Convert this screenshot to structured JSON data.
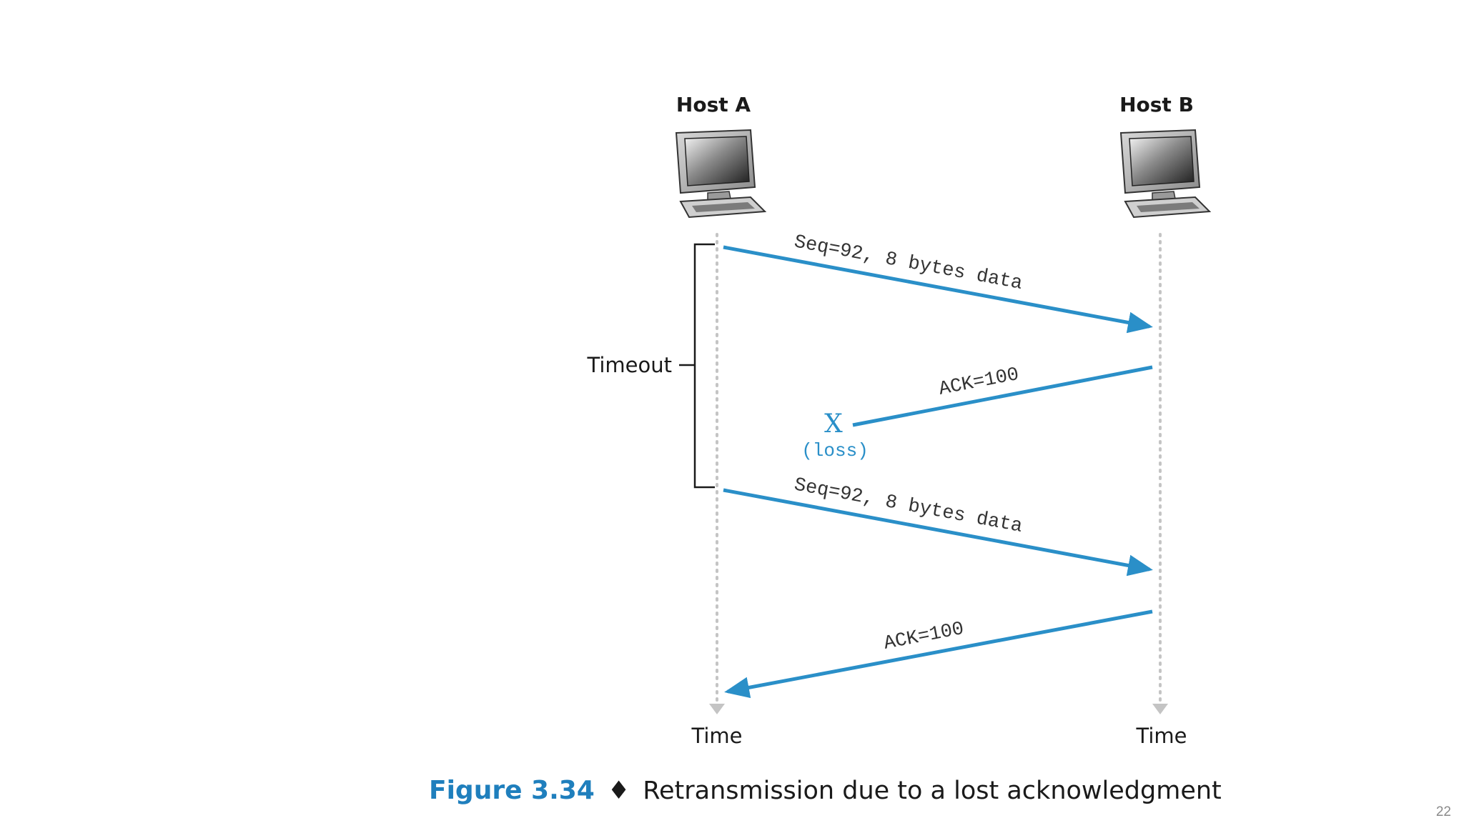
{
  "hosts": {
    "a": {
      "label": "Host A",
      "icon": "computer-icon"
    },
    "b": {
      "label": "Host B",
      "icon": "computer-icon"
    }
  },
  "timeout_label": "Timeout",
  "messages": [
    {
      "label": "Seq=92, 8 bytes data",
      "from": "Host A",
      "to": "Host B"
    },
    {
      "label": "ACK=100",
      "from": "Host B",
      "to": "Host A",
      "lost": true
    },
    {
      "label": "Seq=92, 8 bytes data",
      "from": "Host A",
      "to": "Host B"
    },
    {
      "label": "ACK=100",
      "from": "Host B",
      "to": "Host A"
    }
  ],
  "loss": {
    "mark": "X",
    "label": "(loss)"
  },
  "time_labels": {
    "a": "Time",
    "b": "Time"
  },
  "caption": {
    "number": "Figure 3.34",
    "separator": "♦",
    "text": "Retransmission due to a lost acknowledgment"
  },
  "page_number": "22",
  "colors": {
    "arrow": "#2a8fc8",
    "figure_number": "#1f7fbd",
    "timeline": "#c4c4c4"
  }
}
